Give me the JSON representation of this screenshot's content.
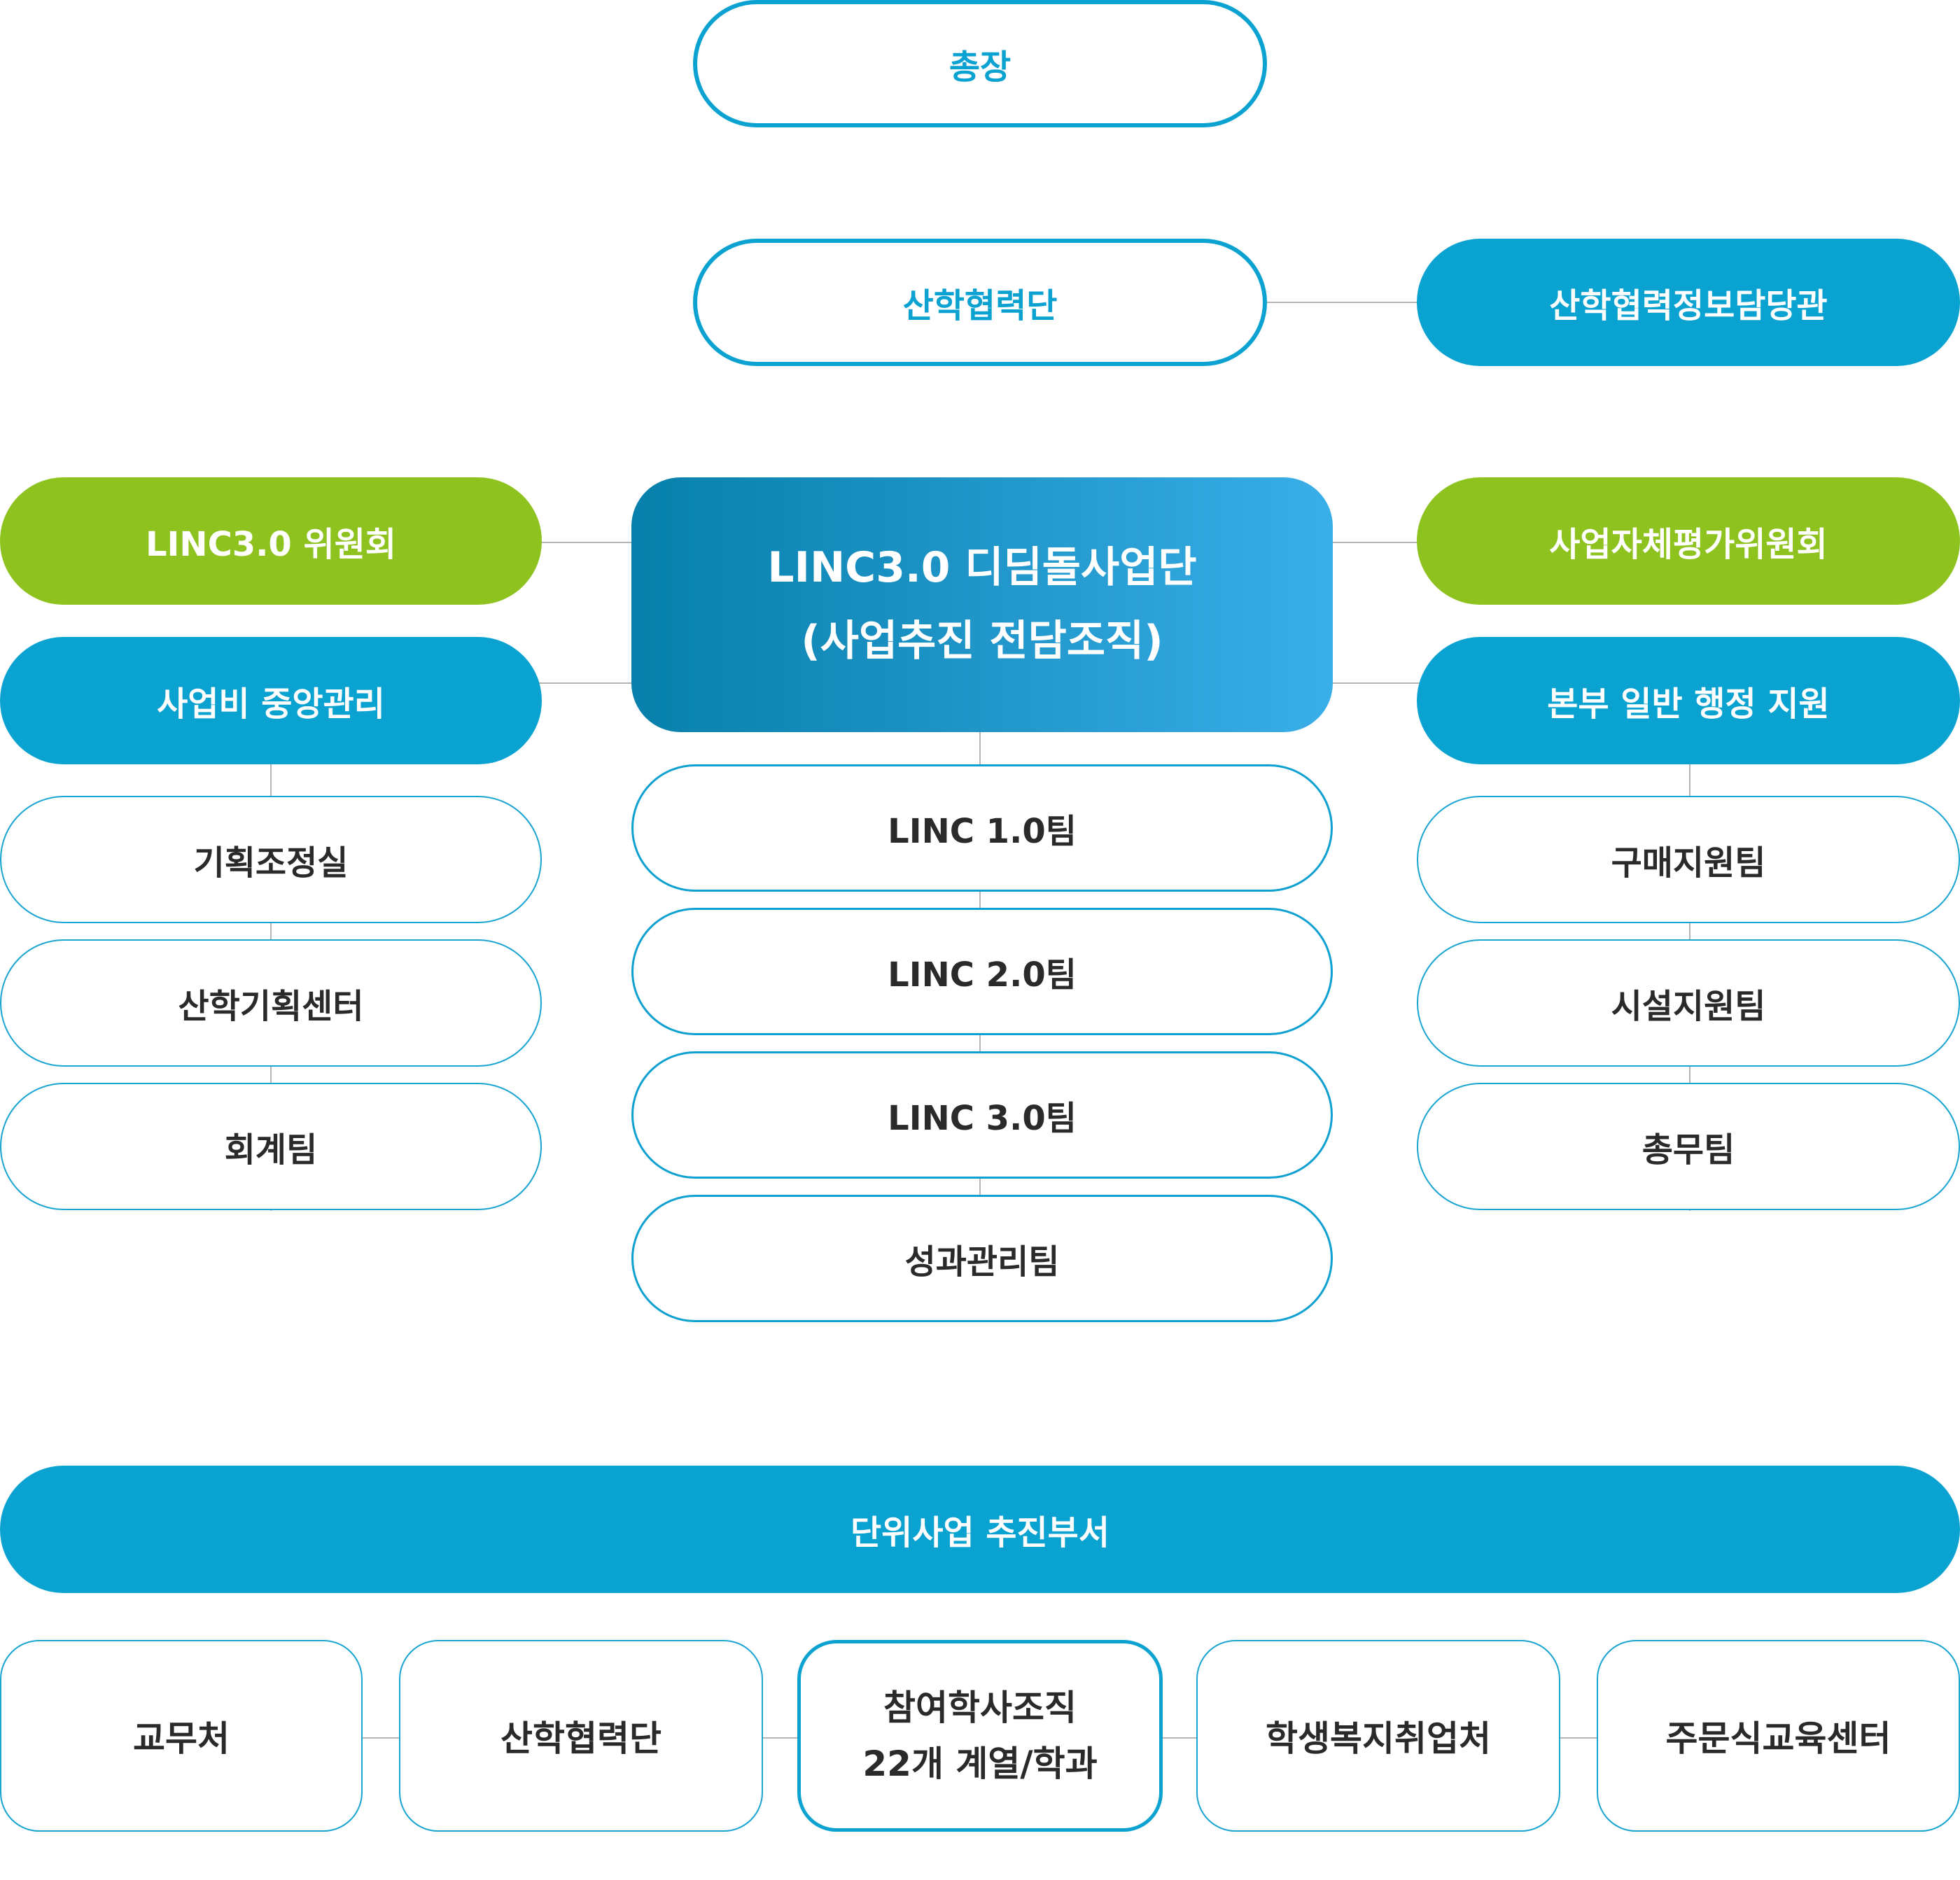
{
  "president": "총장",
  "industry_group": "산학협력단",
  "info_officer": "산학협력정보담당관",
  "committee": "LINC3.0 위원회",
  "center": {
    "line1": "LINC3.0 디딤돌사업단",
    "line2": "(사업추진 전담조직)"
  },
  "self_eval": "사업자체평가위원회",
  "budget": "사업비 중앙관리",
  "admin_support": "본부 일반 행정 지원",
  "left_teams": [
    "기획조정실",
    "산학기획센터",
    "회계팀"
  ],
  "center_teams": [
    "LINC 1.0팀",
    "LINC 2.0팀",
    "LINC 3.0팀",
    "성과관리팀"
  ],
  "right_teams": [
    "구매지원팀",
    "시설지원팀",
    "총무팀"
  ],
  "unit_dept": "단위사업 추진부서",
  "bottom": {
    "b1": "교무처",
    "b2": "산학협력단",
    "b3_line1": "참여학사조직",
    "b3_line2": "22개 계열/학과",
    "b4": "학생복지취업처",
    "b5": "주문식교육센터"
  },
  "colors": {
    "blue": "#0aa2d1",
    "green": "#8dc21f",
    "line": "#b5b5b5"
  }
}
